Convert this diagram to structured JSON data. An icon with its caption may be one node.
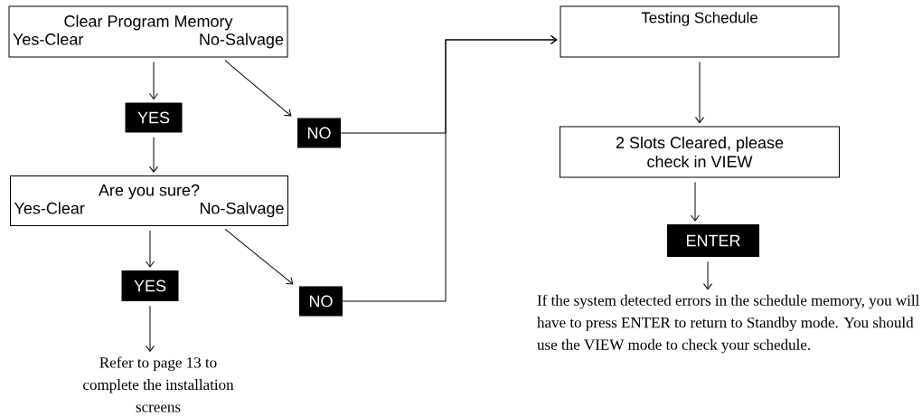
{
  "diagram": {
    "nodes": [
      {
        "text": [
          "Clear Program Memory",
          "Yes-Clear",
          "No-Salvage"
        ]
      },
      {
        "text": [
          "YES"
        ]
      },
      {
        "text": [
          "NO"
        ]
      },
      {
        "text": [
          "Are you sure?",
          "Yes-Clear",
          "No-Salvage"
        ]
      },
      {
        "text": [
          "YES"
        ]
      },
      {
        "text": [
          "NO"
        ]
      },
      {
        "text": [
          "Refer to page 13 to complete the installation screens"
        ]
      },
      {
        "text": [
          "Testing Schedule"
        ]
      },
      {
        "text": [
          "2 Slots Cleared, please check in VIEW"
        ]
      },
      {
        "text": [
          "ENTER"
        ]
      },
      {
        "text": [
          "If the system detected errors in the schedule memory, you will have to press ENTER to return to Standby mode. You should use the VIEW mode to check your schedule."
        ]
      }
    ],
    "edges": [
      {
        "from": 0,
        "to": 1,
        "arrow": "to"
      },
      {
        "from": 1,
        "to": 3,
        "arrow": "to"
      },
      {
        "from": 0,
        "to": 2,
        "arrow": "to"
      },
      {
        "from": 3,
        "to": 4,
        "arrow": "to"
      },
      {
        "from": 3,
        "to": 5,
        "arrow": "to"
      },
      {
        "from": 4,
        "to": 6,
        "arrow": "to"
      },
      {
        "from": 2,
        "to": 7,
        "arrow": "to"
      },
      {
        "from": 5,
        "to": 7,
        "arrow": "to"
      },
      {
        "from": 7,
        "to": 8,
        "arrow": "to"
      },
      {
        "from": 8,
        "to": 9,
        "arrow": "to"
      },
      {
        "from": 9,
        "to": 10,
        "arrow": "to"
      }
    ]
  }
}
